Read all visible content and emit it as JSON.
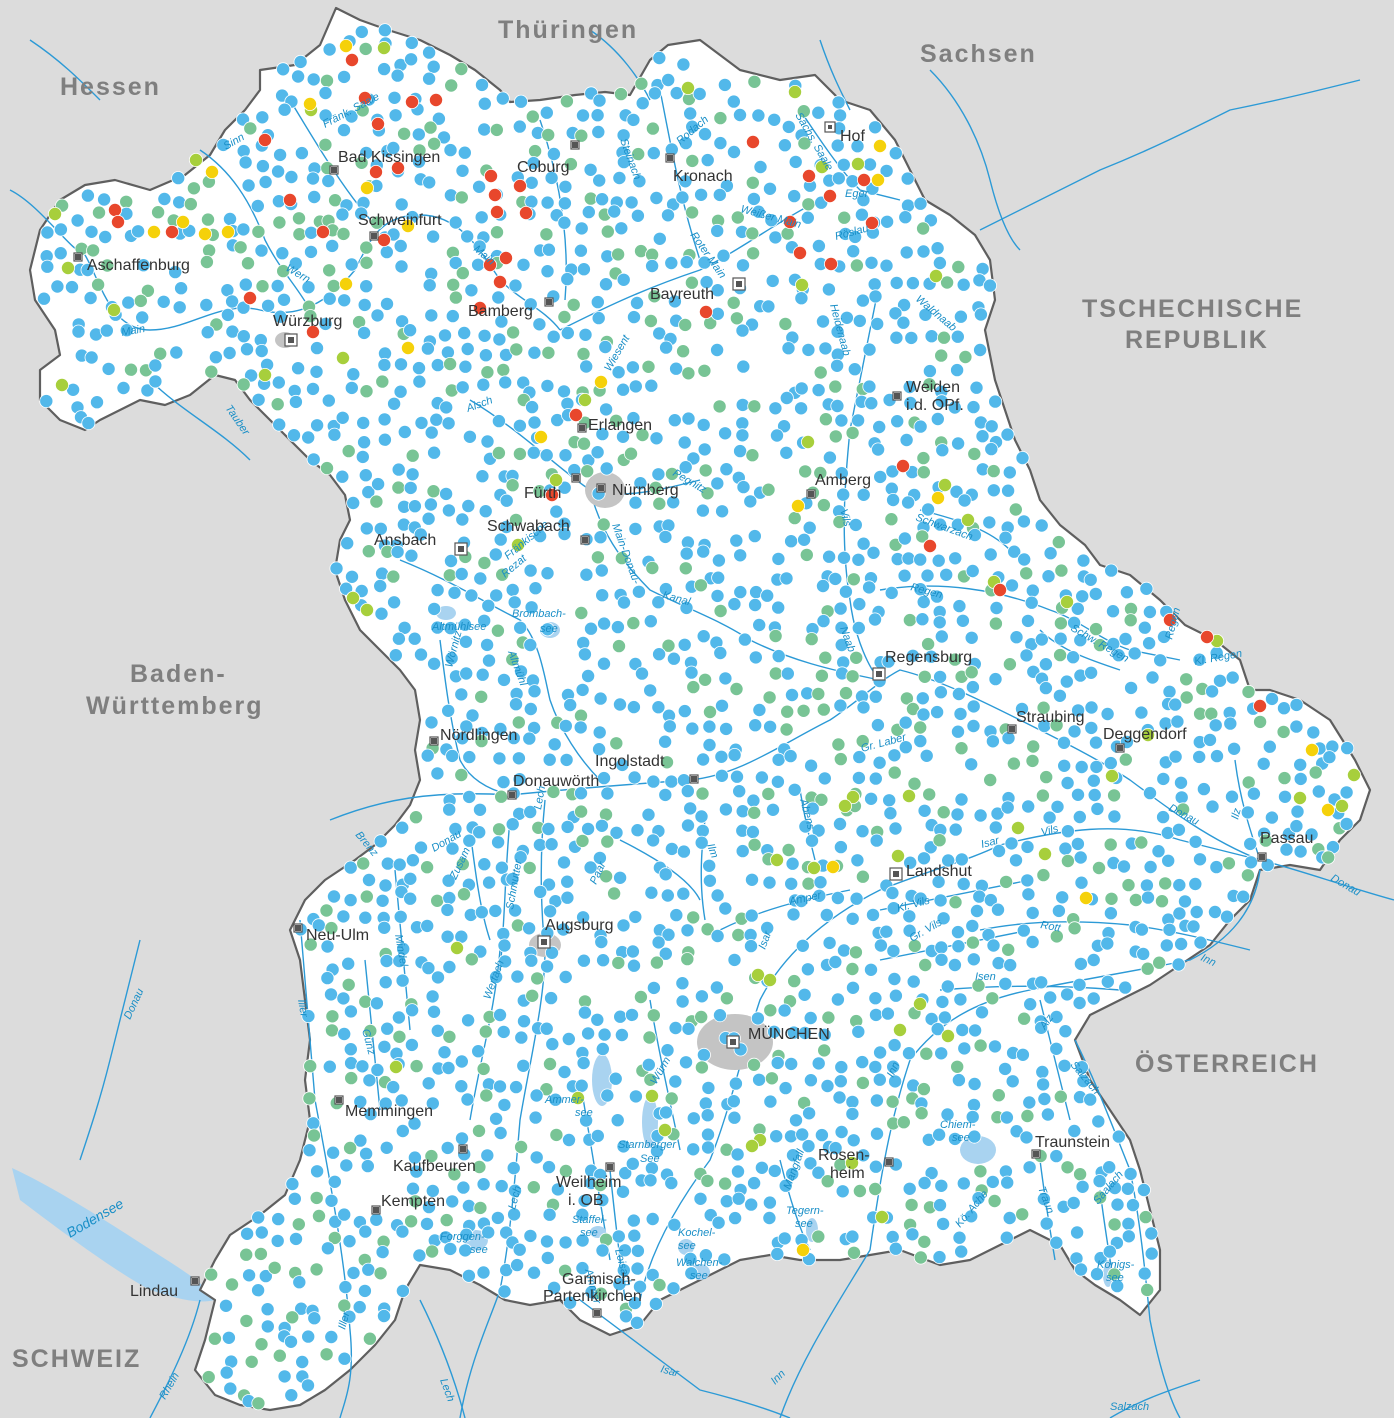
{
  "colors": {
    "background": "#dcdcdc",
    "bavaria": "#ffffff",
    "border": "#5f5f5f",
    "river": "#2c9ad6",
    "lake": "#a9d3f0",
    "urban": "#c4c4c4",
    "dot_blue": "#52b8ea",
    "dot_green": "#78c495",
    "dot_lightgreen": "#a7cf3c",
    "dot_yellow": "#f5d10a",
    "dot_red": "#e8472c"
  },
  "countries": [
    {
      "label": "Thüringen"
    },
    {
      "label": "Sachsen"
    },
    {
      "label": "Hessen"
    },
    {
      "label": "TSCHECHISCHE"
    },
    {
      "label": "REPUBLIK"
    },
    {
      "label": "Baden-"
    },
    {
      "label": "Württemberg"
    },
    {
      "label": "ÖSTERREICH"
    },
    {
      "label": "SCHWEIZ"
    }
  ],
  "cities": [
    {
      "label": "Hof"
    },
    {
      "label": "Bad Kissingen"
    },
    {
      "label": "Coburg"
    },
    {
      "label": "Kronach"
    },
    {
      "label": "Schweinfurt"
    },
    {
      "label": "Aschaffenburg"
    },
    {
      "label": "Bayreuth"
    },
    {
      "label": "Bamberg"
    },
    {
      "label": "Würzburg"
    },
    {
      "label": "Weiden"
    },
    {
      "label": "i.d. OPf."
    },
    {
      "label": "Erlangen"
    },
    {
      "label": "Amberg"
    },
    {
      "label": "Fürth"
    },
    {
      "label": "Nürnberg"
    },
    {
      "label": "Schwabach"
    },
    {
      "label": "Ansbach"
    },
    {
      "label": "Regensburg"
    },
    {
      "label": "Straubing"
    },
    {
      "label": "Deggendorf"
    },
    {
      "label": "Nördlingen"
    },
    {
      "label": "Ingolstadt"
    },
    {
      "label": "Donauwörth"
    },
    {
      "label": "Passau"
    },
    {
      "label": "Landshut"
    },
    {
      "label": "Neu-Ulm"
    },
    {
      "label": "Augsburg"
    },
    {
      "label": "MÜNCHEN"
    },
    {
      "label": "Memmingen"
    },
    {
      "label": "Kaufbeuren"
    },
    {
      "label": "Traunstein"
    },
    {
      "label": "Rosen-"
    },
    {
      "label": "heim"
    },
    {
      "label": "Kempten"
    },
    {
      "label": "Weilheim"
    },
    {
      "label": "i. OB"
    },
    {
      "label": "Lindau"
    },
    {
      "label": "Garmisch-"
    },
    {
      "label": "Partenkirchen"
    }
  ],
  "rivers": [
    {
      "label": "Main"
    },
    {
      "label": "Main"
    },
    {
      "label": "Sinn"
    },
    {
      "label": "Fränk. Saale"
    },
    {
      "label": "Wern"
    },
    {
      "label": "Tauber"
    },
    {
      "label": "Rodach"
    },
    {
      "label": "Steinach"
    },
    {
      "label": "Sächs. Saale"
    },
    {
      "label": "Eger"
    },
    {
      "label": "Röslau"
    },
    {
      "label": "Weißer Main"
    },
    {
      "label": "Roter Main"
    },
    {
      "label": "Waldnaab"
    },
    {
      "label": "Heidenaab"
    },
    {
      "label": "Wiesent"
    },
    {
      "label": "Aisch"
    },
    {
      "label": "Pegnitz"
    },
    {
      "label": "Main-Donau-"
    },
    {
      "label": "Kanal"
    },
    {
      "label": "Fränkische"
    },
    {
      "label": "Rezat"
    },
    {
      "label": "Brombach-"
    },
    {
      "label": "see"
    },
    {
      "label": "Altmühlsee"
    },
    {
      "label": "Altmühl"
    },
    {
      "label": "Wörnitz"
    },
    {
      "label": "Vils"
    },
    {
      "label": "Schwarzach"
    },
    {
      "label": "Regen"
    },
    {
      "label": "Schw. Regen"
    },
    {
      "label": "Regen"
    },
    {
      "label": "Kl. Regen"
    },
    {
      "label": "Naab"
    },
    {
      "label": "Gr. Laber"
    },
    {
      "label": "Donau"
    },
    {
      "label": "Donau"
    },
    {
      "label": "Ilz"
    },
    {
      "label": "Abens"
    },
    {
      "label": "Ilm"
    },
    {
      "label": "Paar"
    },
    {
      "label": "Lech"
    },
    {
      "label": "Schmutter"
    },
    {
      "label": "Zusam"
    },
    {
      "label": "Brenz"
    },
    {
      "label": "Donau"
    },
    {
      "label": "Mindel"
    },
    {
      "label": "Iller"
    },
    {
      "label": "Günz"
    },
    {
      "label": "Wertach"
    },
    {
      "label": "Amper"
    },
    {
      "label": "Isar"
    },
    {
      "label": "Isar"
    },
    {
      "label": "Vils"
    },
    {
      "label": "Kl. Vils"
    },
    {
      "label": "Gr. Vils"
    },
    {
      "label": "Rott"
    },
    {
      "label": "Isen"
    },
    {
      "label": "Inn"
    },
    {
      "label": "Alz"
    },
    {
      "label": "Salzach"
    },
    {
      "label": "Würm"
    },
    {
      "label": "Ammer-"
    },
    {
      "label": "see"
    },
    {
      "label": "Starnberger"
    },
    {
      "label": "See"
    },
    {
      "label": "Inn"
    },
    {
      "label": "Mangfall"
    },
    {
      "label": "Chiem-"
    },
    {
      "label": "see"
    },
    {
      "label": "Traun"
    },
    {
      "label": "Saalach"
    },
    {
      "label": "Kö. Ache"
    },
    {
      "label": "Königs-"
    },
    {
      "label": "see"
    },
    {
      "label": "Tegern-"
    },
    {
      "label": "see"
    },
    {
      "label": "Kochel-"
    },
    {
      "label": "see"
    },
    {
      "label": "Walchen-"
    },
    {
      "label": "see"
    },
    {
      "label": "Staffel-"
    },
    {
      "label": "see"
    },
    {
      "label": "Ammer"
    },
    {
      "label": "Loisach"
    },
    {
      "label": "Forggen-"
    },
    {
      "label": "see"
    },
    {
      "label": "Lech"
    },
    {
      "label": "Lech"
    },
    {
      "label": "Iller"
    },
    {
      "label": "Bodensee"
    },
    {
      "label": "Rhein"
    },
    {
      "label": "Isar"
    },
    {
      "label": "Inn"
    },
    {
      "label": "Salzach"
    },
    {
      "label": "Donau"
    }
  ]
}
